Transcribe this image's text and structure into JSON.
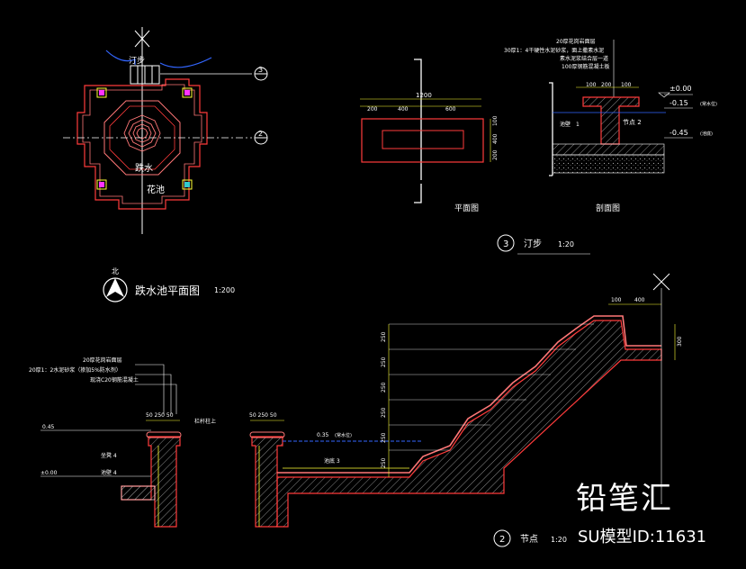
{
  "colors": {
    "background": "#000000",
    "white": "#ffffff",
    "red": "#ff3b3b",
    "pink": "#ff7777",
    "yellow": "#ffff33",
    "green": "#33dd33",
    "cyan": "#33cccc",
    "blue": "#3366ff",
    "magenta": "#ff33ff",
    "gray": "#888888"
  },
  "plan": {
    "label_step": "汀步",
    "label_water": "跌水",
    "label_garden": "花池",
    "section_marker_top": "3",
    "section_marker_mid": "2",
    "north_label": "北",
    "title": "跌水池平面图",
    "scale": "1:200"
  },
  "step_detail": {
    "dim_total": "1200",
    "dim_a": "200",
    "dim_b": "400",
    "dim_c": "600",
    "dim_right_1": "400",
    "dim_right_2": "200",
    "dim_right_3": "100",
    "plan_label": "平面图",
    "section_label": "剖面图",
    "marker": "3",
    "title": "汀步",
    "scale": "1:20",
    "note_1": "20厚花岗岩面层",
    "note_2": "30厚1：4干硬性水泥砂浆，面上撒素水泥",
    "note_3": "素水泥浆结合层一道",
    "note_4": "100厚钢筋混凝土板",
    "sec_dim_1": "100",
    "sec_dim_2": "200",
    "sec_dim_3": "100",
    "level_1": "±0.00",
    "level_2": "-0.15",
    "level_2_note": "(常水位)",
    "level_3": "-0.45",
    "level_3_note": "(池底)",
    "label_pool_wall": "池壁",
    "label_step_2": "节点 2",
    "label_1": "1"
  },
  "node_detail": {
    "note_1": "20厚花岗岩面层",
    "note_2": "20厚1：2水泥砂浆（掺加5%防水剂）",
    "note_3": "现浇C20钢筋混凝土",
    "level_left_top": "0.45",
    "level_left_bottom": "±0.00",
    "level_water": "0.35",
    "level_water_note": "(常水位)",
    "dim_top_left": "50 250 50",
    "dim_top_mid": "50 250 50",
    "label_railing": "栏杆柱上",
    "label_seat": "坐凳 4",
    "label_wall": "池壁 4",
    "label_pool": "池底 3",
    "dim_right_100": "100",
    "dim_right_400": "400",
    "dim_right_300": "300",
    "dim_vertical": [
      "250",
      "250",
      "250",
      "250",
      "250",
      "250"
    ],
    "marker": "2",
    "title": "节点",
    "scale": "1:20"
  },
  "watermark": {
    "brand": "铅笔汇",
    "model_id": "SU模型ID:11631"
  }
}
